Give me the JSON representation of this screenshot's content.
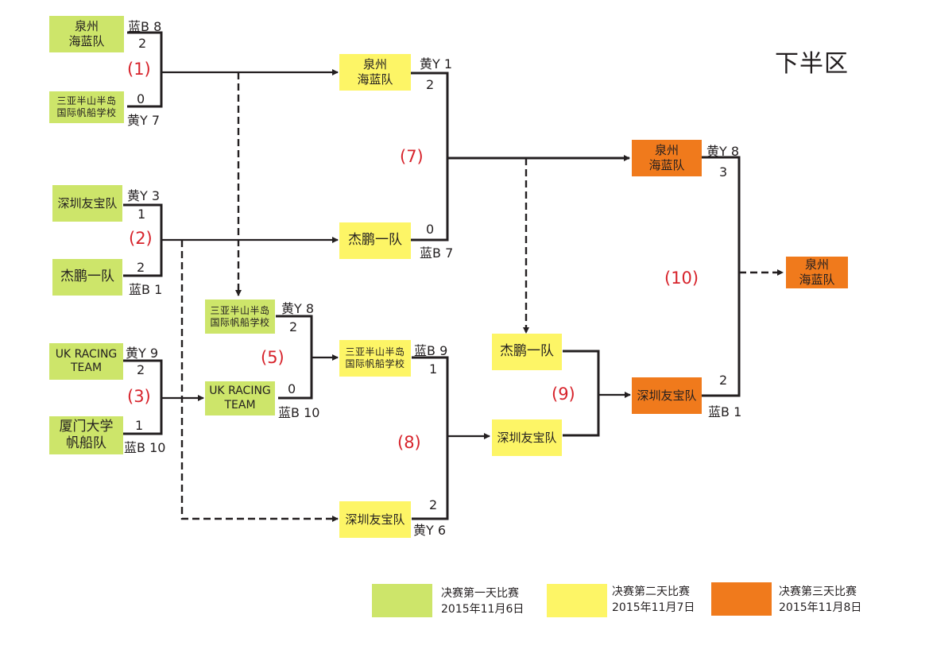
{
  "title": "下半区",
  "colors": {
    "day1": "#cde56a",
    "day2": "#fdf566",
    "day3": "#f07a1c",
    "match_number": "#d7232b",
    "line": "#231f20"
  },
  "round1": {
    "m1": {
      "number": "(1)",
      "top": {
        "name_l1": "泉州",
        "name_l2": "海蓝队",
        "boat": "蓝B 8",
        "score": "2"
      },
      "bottom": {
        "name_l1": "三亚半山半岛",
        "name_l2": "国际帆船学校",
        "boat": "黄Y 7",
        "score": "0"
      }
    },
    "m2": {
      "number": "(2)",
      "top": {
        "name": "深圳友宝队",
        "boat": "黄Y 3",
        "score": "1"
      },
      "bottom": {
        "name": "杰鹏一队",
        "boat": "蓝B 1",
        "score": "2"
      }
    },
    "m3": {
      "number": "(3)",
      "top": {
        "name_l1": "UK RACING",
        "name_l2": "TEAM",
        "boat": "黄Y 9",
        "score": "2"
      },
      "bottom": {
        "name_l1": "厦门大学",
        "name_l2": "帆船队",
        "boat": "蓝B 10",
        "score": "1"
      }
    }
  },
  "round1b": {
    "m5": {
      "number": "(5)",
      "top": {
        "name_l1": "三亚半山半岛",
        "name_l2": "国际帆船学校",
        "boat": "黄Y 8",
        "score": "2"
      },
      "bottom": {
        "name_l1": "UK RACING",
        "name_l2": "TEAM",
        "boat": "蓝B 10",
        "score": "0"
      }
    }
  },
  "round2": {
    "m7": {
      "number": "(7)",
      "top": {
        "name_l1": "泉州",
        "name_l2": "海蓝队",
        "boat": "黄Y 1",
        "score": "2"
      },
      "bottom": {
        "name": "杰鹏一队",
        "boat": "蓝B 7",
        "score": "0"
      }
    },
    "m8": {
      "number": "(8)",
      "top": {
        "name_l1": "三亚半山半岛",
        "name_l2": "国际帆船学校",
        "boat": "蓝B 9",
        "score": "1"
      },
      "bottom": {
        "name": "深圳友宝队",
        "boat": "黄Y 6",
        "score": "2"
      }
    },
    "m9": {
      "number": "(9)",
      "top": {
        "name": "杰鹏一队"
      },
      "bottom": {
        "name": "深圳友宝队"
      }
    }
  },
  "round3": {
    "m10": {
      "number": "(10)",
      "top": {
        "name_l1": "泉州",
        "name_l2": "海蓝队",
        "boat": "黄Y 8",
        "score": "3"
      },
      "bottom": {
        "name": "深圳友宝队",
        "boat": "蓝B 1",
        "score": "2"
      }
    },
    "winner": {
      "name_l1": "泉州",
      "name_l2": "海蓝队"
    }
  },
  "legend": [
    {
      "line1": "决赛第一天比赛",
      "line2": "2015年11月6日"
    },
    {
      "line1": "决赛第二天比赛",
      "line2": "2015年11月7日"
    },
    {
      "line1": "决赛第三天比赛",
      "line2": "2015年11月8日"
    }
  ]
}
